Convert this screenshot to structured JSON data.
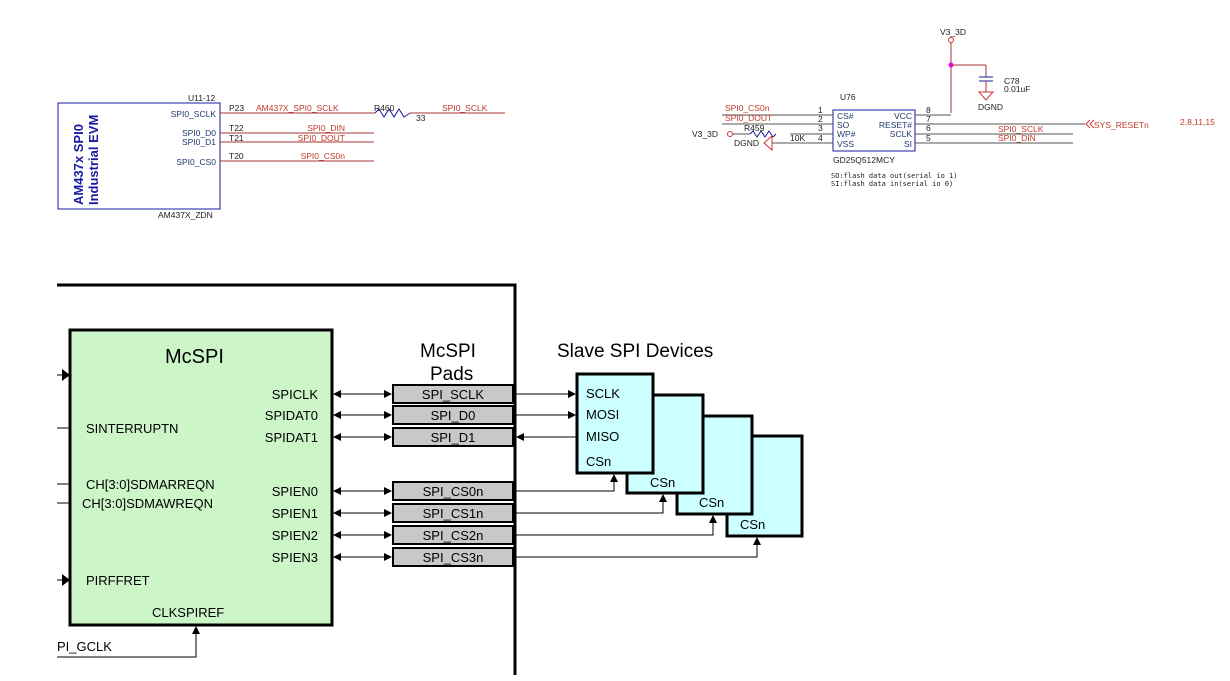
{
  "top_left": {
    "title_line1": "AM437x SPI0",
    "title_line2": "Industrial EVM",
    "part_ref": "U11-12",
    "part_name": "AM437X_ZDN",
    "pins": [
      "SPI0_SCLK",
      "SPI0_D0",
      "SPI0_D1",
      "SPI0_CS0"
    ],
    "ball_ids": [
      "P23",
      "T22",
      "T21",
      "T20"
    ],
    "nets": [
      "AM437X_SPI0_SCLK",
      "SPI0_DIN",
      "SPI0_DOUT",
      "SPI0_CS0n"
    ],
    "resistor_ref": "R460",
    "resistor_value": "33",
    "sclk_out_net": "SPI0_SCLK"
  },
  "top_right": {
    "supply": "V3_3D",
    "cap_ref": "C78",
    "cap_value": "0.01uF",
    "ground": "DGND",
    "chip_ref": "U76",
    "chip_name": "GD25Q512MCY",
    "left_pins": [
      "CS#",
      "SO",
      "WP#",
      "VSS"
    ],
    "left_pin_numbers": [
      "1",
      "2",
      "3",
      "4"
    ],
    "right_pins": [
      "VCC",
      "RESET#",
      "SCLK",
      "SI"
    ],
    "right_pin_numbers": [
      "8",
      "7",
      "6",
      "5"
    ],
    "left_nets": [
      "SPI0_CS0n",
      "SPI0_DOUT"
    ],
    "wp_supply": "V3_3D",
    "pullup_ref": "R459",
    "pullup_value": "10K",
    "vss_ground": "DGND",
    "right_nets": [
      "SPI0_SCLK",
      "SPI0_DIN"
    ],
    "reset_net": "SYS_RESETn",
    "reset_pages": "2,8,11,15",
    "notes": [
      "SO:flash data out(serial io 1)",
      "SI:flash data in(serial io 0)"
    ]
  },
  "block": {
    "mcspi_title": "McSPI",
    "left_signals": [
      "SINTERRUPTN",
      "CH[3:0]SDMARREQN",
      "CH[3:0]SDMAWREQN",
      "PIRFFRET"
    ],
    "right_signals": [
      "SPICLK",
      "SPIDAT0",
      "SPIDAT1",
      "SPIEN0",
      "SPIEN1",
      "SPIEN2",
      "SPIEN3"
    ],
    "clock_ref": "CLKSPIREF",
    "clock_input": "PI_GCLK",
    "pads_title_line1": "McSPI",
    "pads_title_line2": "Pads",
    "pads": [
      "SPI_SCLK",
      "SPI_D0",
      "SPI_D1",
      "SPI_CS0n",
      "SPI_CS1n",
      "SPI_CS2n",
      "SPI_CS3n"
    ],
    "slaves_title": "Slave SPI Devices",
    "slave_pins": [
      "SCLK",
      "MOSI",
      "MISO",
      "CSn"
    ],
    "slave_cs_label": "CSn",
    "colors": {
      "mcspi_fill": "#ccf5c8",
      "pad_fill": "#c8c8c8",
      "slave_fill": "#ccffff",
      "net_red": "#c0392b",
      "schematic_blue": "#1a1aa0"
    }
  }
}
